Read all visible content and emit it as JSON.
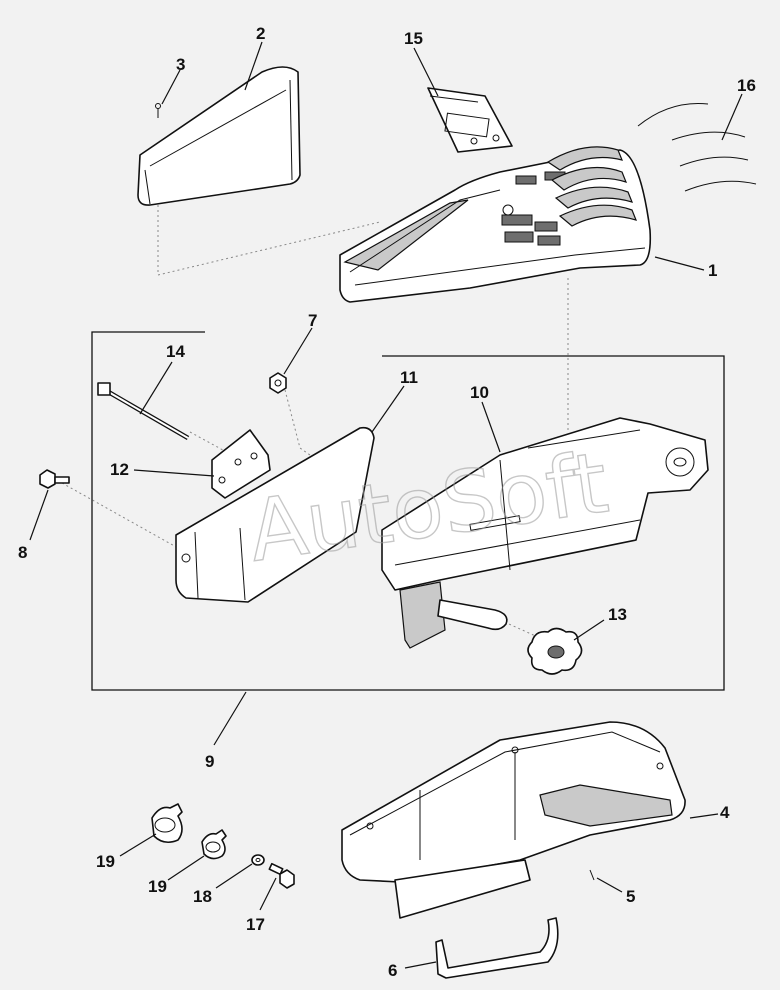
{
  "diagram": {
    "watermark": "AutoSoft",
    "callouts": [
      {
        "id": "c1",
        "text": "1"
      },
      {
        "id": "c2",
        "text": "2"
      },
      {
        "id": "c3",
        "text": "3"
      },
      {
        "id": "c4",
        "text": "4"
      },
      {
        "id": "c5",
        "text": "5"
      },
      {
        "id": "c6",
        "text": "6"
      },
      {
        "id": "c7",
        "text": "7"
      },
      {
        "id": "c8",
        "text": "8"
      },
      {
        "id": "c9",
        "text": "9"
      },
      {
        "id": "c10",
        "text": "10"
      },
      {
        "id": "c11",
        "text": "11"
      },
      {
        "id": "c12",
        "text": "12"
      },
      {
        "id": "c13",
        "text": "13"
      },
      {
        "id": "c14",
        "text": "14"
      },
      {
        "id": "c15",
        "text": "15"
      },
      {
        "id": "c16",
        "text": "16"
      },
      {
        "id": "c17",
        "text": "17"
      },
      {
        "id": "c18",
        "text": "18"
      },
      {
        "id": "c19a",
        "text": "19"
      },
      {
        "id": "c19b",
        "text": "19"
      }
    ]
  }
}
